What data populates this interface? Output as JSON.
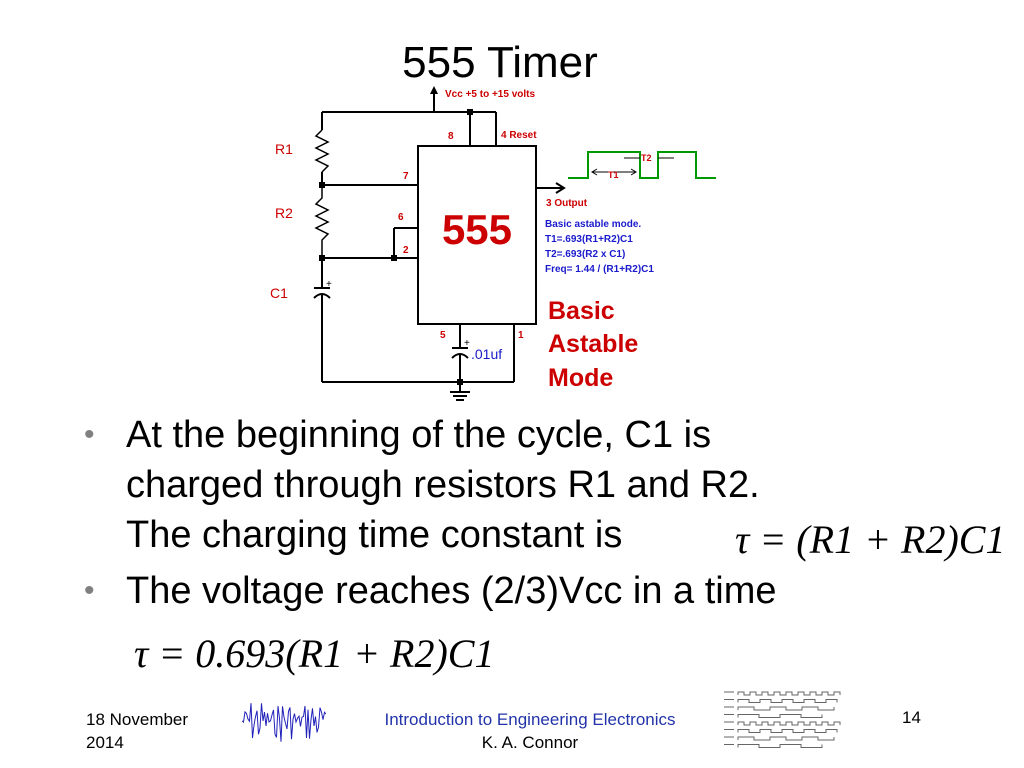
{
  "slide": {
    "title": "555 Timer",
    "page_number": "14"
  },
  "circuit": {
    "supply_label": "Vcc +5 to +15 volts",
    "pin8_label": "8",
    "pin4_label": "4 Reset",
    "pin7_label": "7",
    "pin6_label": "6",
    "pin2_label": "2",
    "pin5_label": "5",
    "pin1_label": "1",
    "output_label": "3  Output",
    "chip_label": "555",
    "r1_label": "R1",
    "r2_label": "R2",
    "c1_label": "C1",
    "cap_plus": "+",
    "small_cap_label": ".01uf",
    "t1_label": "T1",
    "t2_label": "T2",
    "info_lines": [
      "Basic astable mode.",
      "T1=.693(R1+R2)C1",
      "T2=.693(R2 x C1)",
      "Freq= 1.44 / (R1+R2)C1"
    ],
    "mode_lines": [
      "Basic",
      "Astable",
      "Mode"
    ],
    "colors": {
      "red": "#cc0000",
      "blue": "#1a1acc",
      "green": "#009900"
    }
  },
  "bullets": [
    {
      "lines": [
        "At the beginning of the cycle, C1 is",
        "charged through resistors R1 and R2.",
        "The charging time constant is"
      ]
    },
    {
      "lines": [
        "The voltage reaches (2/3)Vcc in a time"
      ]
    }
  ],
  "equations": {
    "eq1": "τ = (R1 + R2)C1",
    "eq2": "τ = 0.693(R1 + R2)C1"
  },
  "footer": {
    "date_line1": "18 November",
    "date_line2": "2014",
    "course": "Introduction to Engineering Electronics",
    "author": "K. A. Connor"
  }
}
